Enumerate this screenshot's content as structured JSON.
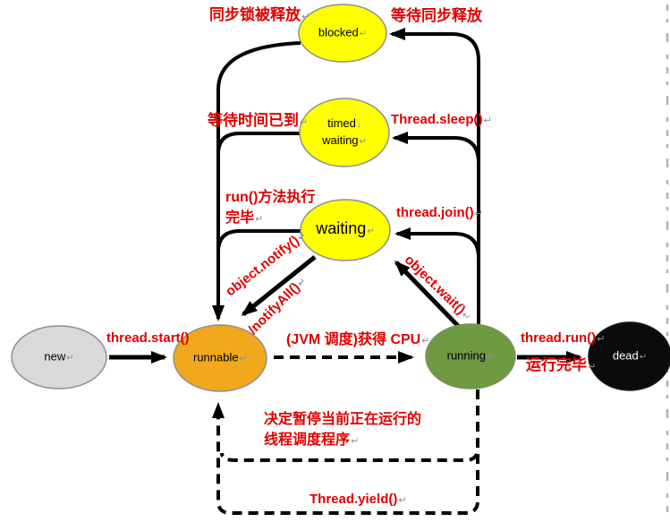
{
  "states": {
    "blocked": {
      "label": "blocked",
      "mark": "↵",
      "color": "#ffff00"
    },
    "timed_waiting": {
      "line1": "timed",
      "mark1": "↓",
      "line2": "waiting",
      "mark2": "↵",
      "color": "#ffff00"
    },
    "waiting": {
      "label": "waiting",
      "mark": "↵",
      "color": "#ffff00"
    },
    "new": {
      "label": "new",
      "mark": "↵",
      "color": "#d9d9d9"
    },
    "runnable": {
      "label": "runnable",
      "mark": "↵",
      "color": "#f0a81c"
    },
    "running": {
      "label": "running",
      "mark": "↵",
      "color": "#6e9a41"
    },
    "dead": {
      "label": "dead",
      "mark": "↵",
      "color": "#0b0b0b"
    }
  },
  "labels": {
    "sync_released": {
      "text": "同步锁被释放",
      "mark": "↵"
    },
    "wait_sync_release": {
      "text": "等待同步释放",
      "mark": ""
    },
    "wait_time_elapsed": {
      "text": "等待时间已到",
      "mark": "↵"
    },
    "thread_sleep": {
      "text": "Thread.sleep()",
      "mark": "↵"
    },
    "run_done_1": {
      "text": "run()方法执行",
      "mark": ""
    },
    "run_done_2": {
      "text": "完毕",
      "mark": "↵"
    },
    "thread_join": {
      "text": "thread.join()",
      "mark": "↵"
    },
    "object_notify": {
      "text": "object.notify()",
      "mark": "↵"
    },
    "notify_all": {
      "text": "/notifyAll()",
      "mark": "↵"
    },
    "object_wait": {
      "text": "object.wait()",
      "mark": "↵"
    },
    "thread_start": {
      "text": "thread.start()",
      "mark": ""
    },
    "jvm_cpu": {
      "text": "(JVM 调度)获得 CPU",
      "mark": "↵"
    },
    "thread_run": {
      "text": "thread.run()",
      "mark": "↵"
    },
    "run_finished": {
      "text": "运行完毕",
      "mark": "↵"
    },
    "pause_note_1": {
      "text": "决定暂停当前正在运行的",
      "mark": ""
    },
    "pause_note_2": {
      "text": "线程调度程序",
      "mark": "↵"
    },
    "thread_yield": {
      "text": "Thread.yield()",
      "mark": "↵"
    }
  },
  "colors": {
    "line": "#000000",
    "label_red": "#e00000",
    "paragraph_mark_gray": "#8f8f8f",
    "page_edge_dashes": "#b9b29f",
    "ellipse_border": "#8f8f8f"
  }
}
